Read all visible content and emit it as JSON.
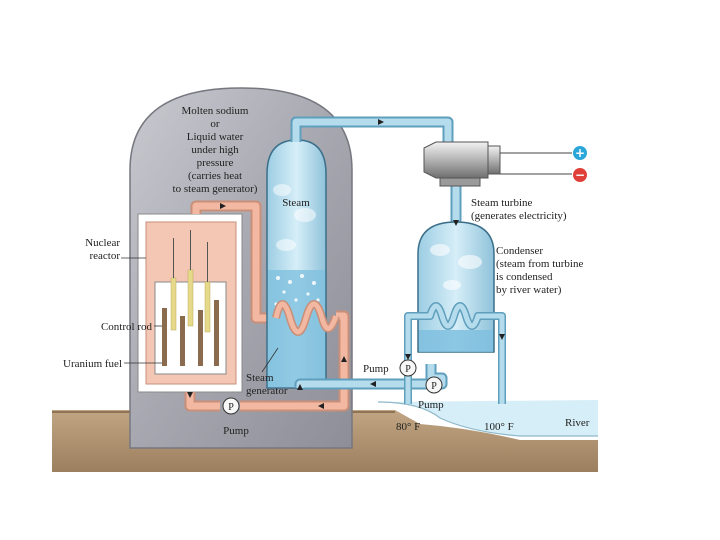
{
  "labels": {
    "coolant": [
      "Molten sodium",
      "or",
      "Liquid water",
      "under high",
      "pressure",
      "(carries heat",
      "to steam generator)"
    ],
    "steam": "Steam",
    "nuclear_reactor": [
      "Nuclear",
      "reactor"
    ],
    "control_rod": "Control rod",
    "uranium_fuel": "Uranium fuel",
    "steam_generator": [
      "Steam",
      "generator"
    ],
    "pump_bottom": "Pump",
    "pump_mid": "Pump",
    "pump_right": "Pump",
    "pump_symbol": "P",
    "steam_turbine": [
      "Steam turbine",
      "(generates electricity)"
    ],
    "condenser": [
      "Condenser",
      "(steam from turbine",
      "is condensed",
      "by river water)"
    ],
    "river": "River",
    "temp_in": "80° F",
    "temp_out": "100° F",
    "plus_symbol": "+",
    "minus_symbol": "−"
  },
  "colors": {
    "ground": "#b79b78",
    "dome": "#a8a8b0",
    "primary_loop": "#e3a48f",
    "secondary_loop": "#9fd0e4",
    "river": "#cfeaf4",
    "positive": "#2aa7d8",
    "negative": "#e0403a"
  }
}
